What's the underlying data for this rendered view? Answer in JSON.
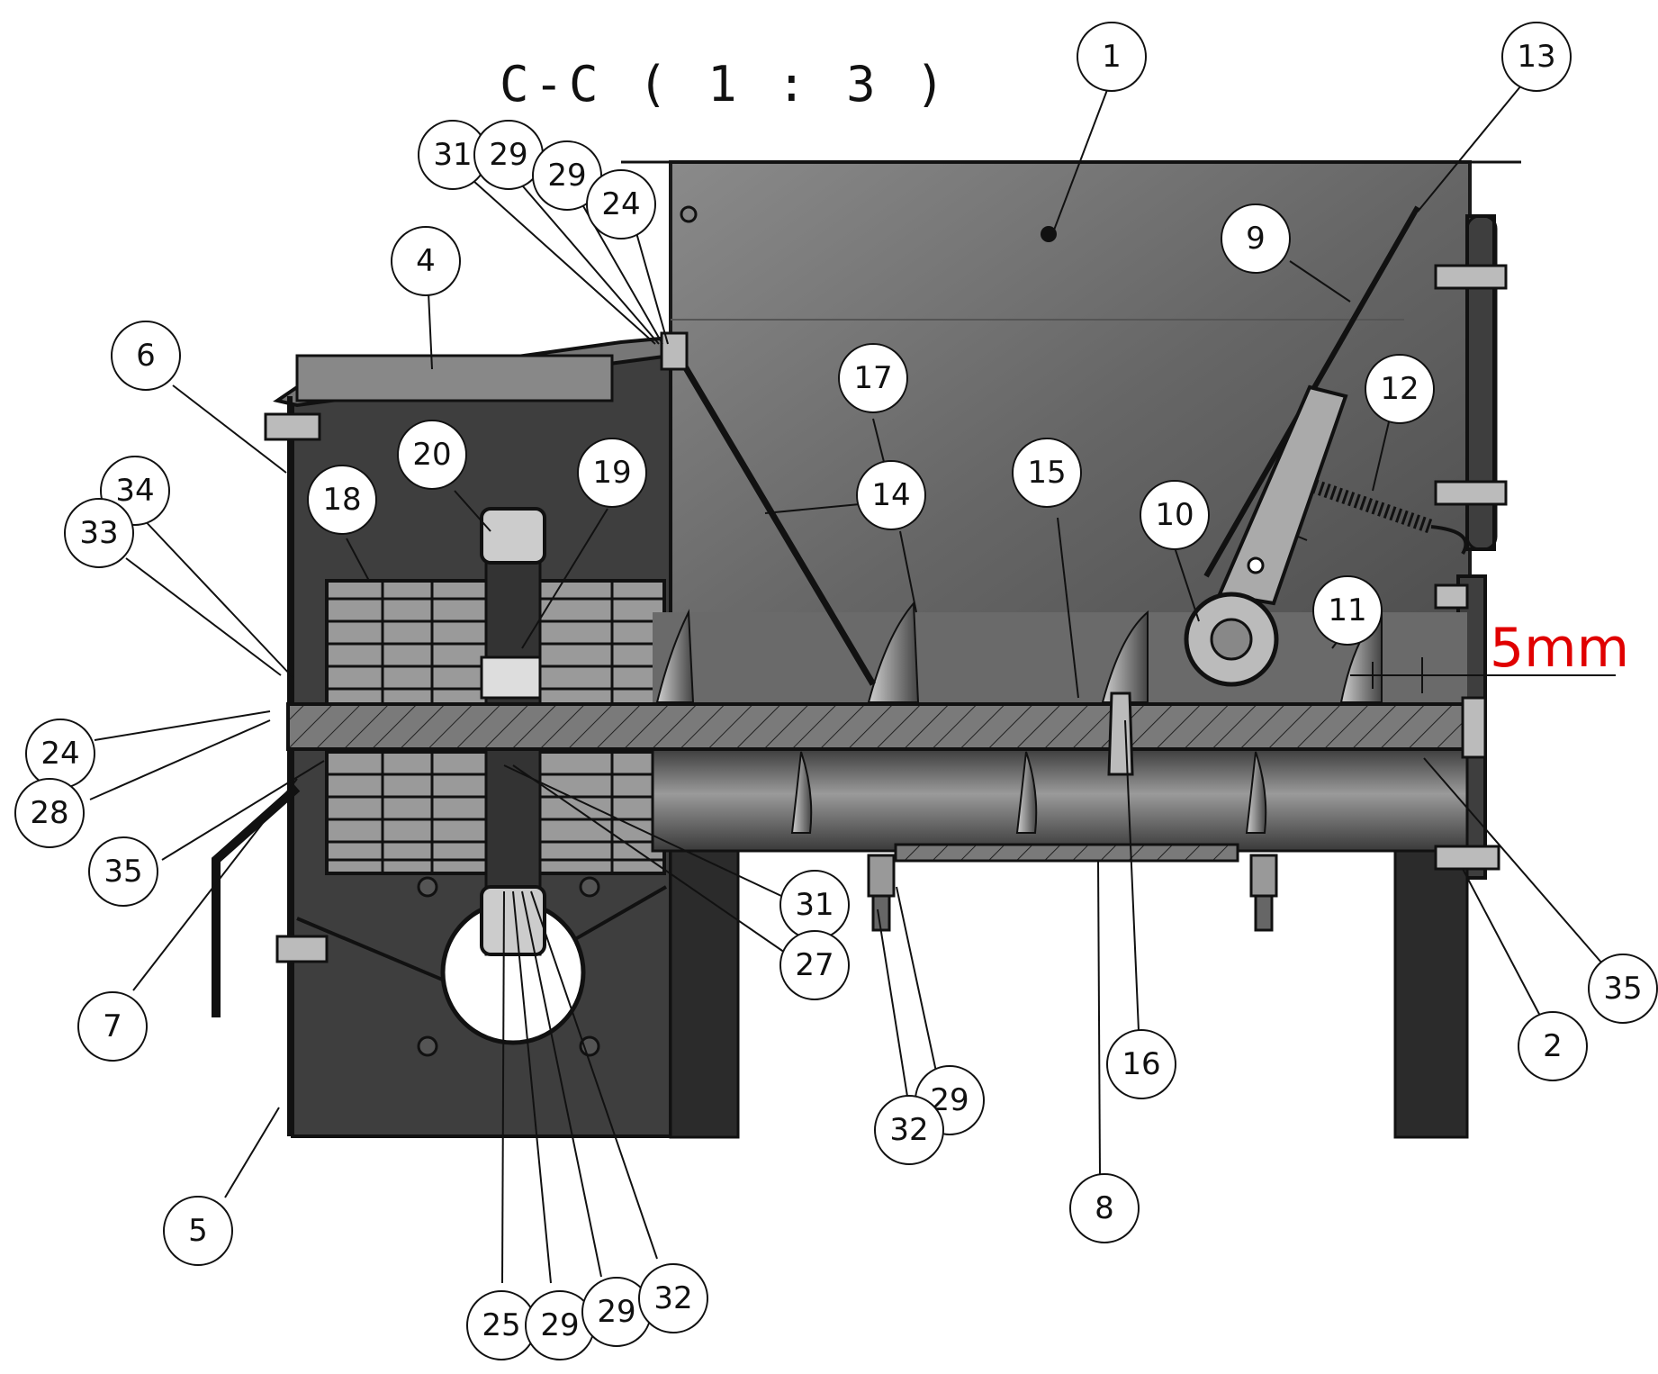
{
  "view_title": "C-C ( 1 : 3 )",
  "dimension": {
    "text": "5mm",
    "color": "#e00000"
  },
  "balloons": [
    {
      "label": "1"
    },
    {
      "label": "13"
    },
    {
      "label": "31"
    },
    {
      "label": "29"
    },
    {
      "label": "29"
    },
    {
      "label": "24"
    },
    {
      "label": "4"
    },
    {
      "label": "9"
    },
    {
      "label": "6"
    },
    {
      "label": "17"
    },
    {
      "label": "12"
    },
    {
      "label": "20"
    },
    {
      "label": "19"
    },
    {
      "label": "14"
    },
    {
      "label": "15"
    },
    {
      "label": "34"
    },
    {
      "label": "18"
    },
    {
      "label": "33"
    },
    {
      "label": "10"
    },
    {
      "label": "11"
    },
    {
      "label": "24"
    },
    {
      "label": "28"
    },
    {
      "label": "35"
    },
    {
      "label": "31"
    },
    {
      "label": "27"
    },
    {
      "label": "35"
    },
    {
      "label": "7"
    },
    {
      "label": "2"
    },
    {
      "label": "16"
    },
    {
      "label": "29"
    },
    {
      "label": "32"
    },
    {
      "label": "5"
    },
    {
      "label": "8"
    },
    {
      "label": "25"
    },
    {
      "label": "29"
    },
    {
      "label": "29"
    },
    {
      "label": "32"
    }
  ],
  "colors": {
    "body": "#6d6d6d",
    "dark": "#3e3e3e",
    "line": "#111111"
  }
}
